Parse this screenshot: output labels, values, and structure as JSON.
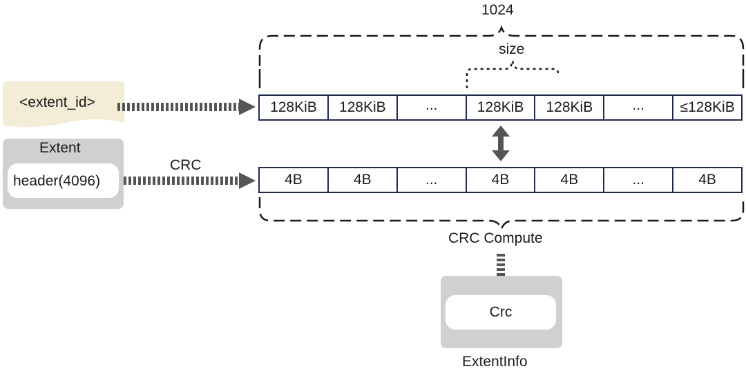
{
  "labels": {
    "top_count": "1024",
    "size": "size",
    "extent_id": "<extent_id>",
    "extent": "Extent",
    "header": "header(4096)",
    "crc": "CRC",
    "crc_compute": "CRC Compute",
    "crc_value": "Crc",
    "extent_info": "ExtentInfo"
  },
  "data_blocks": [
    "128KiB",
    "128KiB",
    "...",
    "128KiB",
    "128KiB",
    "...",
    "≤128KiB"
  ],
  "crc_blocks": [
    "4B",
    "4B",
    "...",
    "4B",
    "4B",
    "...",
    "4B"
  ],
  "colors": {
    "block_border": "#1f2a4d",
    "arrow": "#555555",
    "doc_fill": "#f3ecd6",
    "box_fill": "#d0d0d0"
  }
}
